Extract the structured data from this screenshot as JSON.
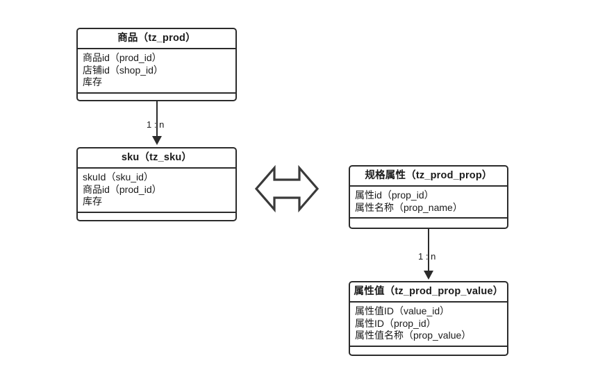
{
  "diagram": {
    "background_color": "#ffffff",
    "line_color": "#2b2b2b",
    "text_color": "#1a1a1a",
    "entities": [
      {
        "id": "prod",
        "title": "商品（tz_prod）",
        "attributes": [
          "商品id（prod_id）",
          "店铺id（shop_id）",
          "库存"
        ]
      },
      {
        "id": "sku",
        "title": "sku（tz_sku）",
        "attributes": [
          "skuId（sku_id）",
          "商品id（prod_id）",
          "库存"
        ]
      },
      {
        "id": "prop",
        "title": "规格属性（tz_prod_prop）",
        "attributes": [
          "属性id（prop_id）",
          "属性名称（prop_name）"
        ]
      },
      {
        "id": "prop_value",
        "title": "属性值（tz_prod_prop_value）",
        "attributes": [
          "属性值ID（value_id）",
          "属性ID（prop_id）",
          "属性值名称（prop_value）"
        ]
      }
    ],
    "connectors": [
      {
        "id": "prod-to-sku",
        "label": "1 : n",
        "from": "prod",
        "to": "sku",
        "direction": "down"
      },
      {
        "id": "prop-to-prop-value",
        "label": "1 : n",
        "from": "prop",
        "to": "prop_value",
        "direction": "down"
      }
    ],
    "relation_symbol": {
      "name": "double-headed-arrow",
      "direction": "left-right"
    }
  }
}
